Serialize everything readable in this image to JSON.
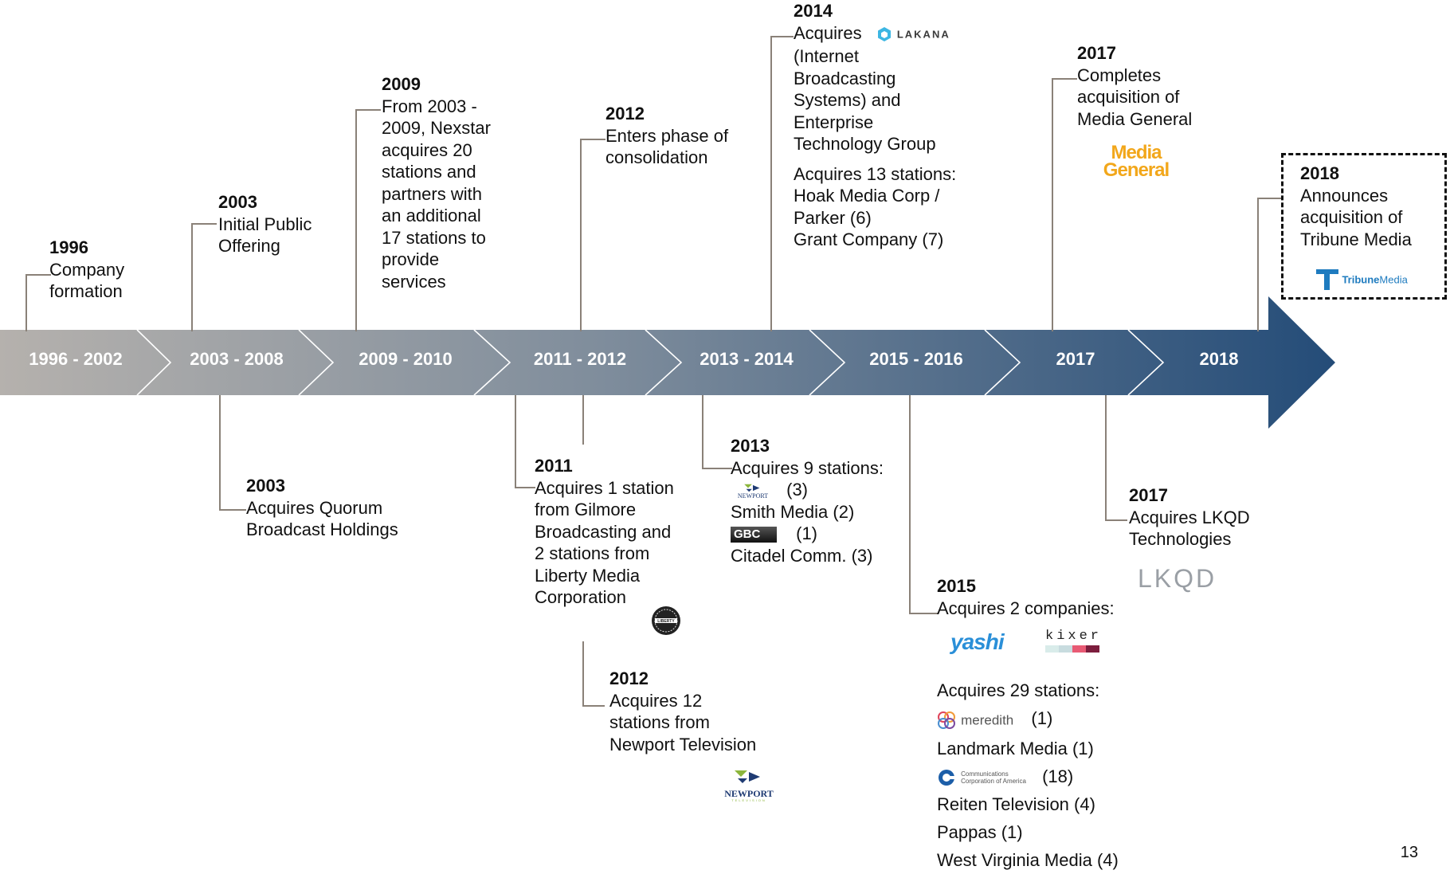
{
  "timeline": {
    "segments": [
      "1996 - 2002",
      "2003 - 2008",
      "2009 - 2010",
      "2011 - 2012",
      "2013 - 2014",
      "2015 - 2016",
      "2017",
      "2018"
    ],
    "colors": {
      "start": "#b5b1ad",
      "end": "#244c78",
      "connector": "#8a8178"
    }
  },
  "above": {
    "e1996": {
      "year": "1996",
      "lines": [
        "Company",
        "formation"
      ]
    },
    "e2003": {
      "year": "2003",
      "lines": [
        "Initial Public",
        "Offering"
      ]
    },
    "e2009": {
      "year": "2009",
      "lines": [
        "From 2003 -",
        "2009, Nexstar",
        "acquires 20",
        "stations and",
        "partners with",
        "an additional",
        "17 stations to",
        "provide",
        "services"
      ]
    },
    "e2012": {
      "year": "2012",
      "lines": [
        "Enters phase of",
        "consolidation"
      ]
    },
    "e2014": {
      "year": "2014",
      "acquires": "Acquires",
      "lines": [
        "(Internet",
        "Broadcasting",
        "Systems) and",
        "Enterprise",
        "Technology Group"
      ],
      "lines2": [
        "Acquires 13 stations:",
        "Hoak Media Corp /",
        "Parker (6)",
        "Grant Company (7)"
      ]
    },
    "e2017": {
      "year": "2017",
      "lines": [
        "Completes",
        "acquisition of",
        "Media General"
      ]
    },
    "e2018": {
      "year": "2018",
      "lines": [
        "Announces",
        "acquisition of",
        "Tribune Media"
      ]
    }
  },
  "below": {
    "e2003b": {
      "year": "2003",
      "lines": [
        "Acquires Quorum",
        "Broadcast Holdings"
      ]
    },
    "e2011": {
      "year": "2011",
      "lines": [
        "Acquires 1 station",
        "from Gilmore",
        "Broadcasting and",
        "2 stations from",
        "Liberty Media",
        "Corporation"
      ]
    },
    "e2012b": {
      "year": "2012",
      "lines": [
        "Acquires 12",
        "stations from",
        "Newport Television"
      ]
    },
    "e2013": {
      "year": "2013",
      "head": "Acquires 9 stations:",
      "newport_count": "(3)",
      "smith": "Smith Media (2)",
      "gbc_count": "(1)",
      "citadel": "Citadel Comm. (3)"
    },
    "e2015": {
      "year": "2015",
      "head": "Acquires 2 companies:",
      "head2": "Acquires 29 stations:",
      "meredith_count": "(1)",
      "landmark": "Landmark Media (1)",
      "cca_count": "(18)",
      "reiten": "Reiten Television (4)",
      "pappas": "Pappas (1)",
      "wvm": "West Virginia Media (4)"
    },
    "e2017b": {
      "year": "2017",
      "lines": [
        "Acquires LKQD",
        "Technologies"
      ]
    }
  },
  "logos": {
    "lakana": "LAKANA",
    "media_general_1": "Media",
    "media_general_2": "General",
    "tribune_1": "Tribune",
    "tribune_2": "Media",
    "lkqd": "LKQD",
    "newport": "NEWPORT",
    "newport_sub": "TELEVISION",
    "gbc": "GBC",
    "liberty": "LIBERTY",
    "yashi": "yashi",
    "kixer": "kixer",
    "meredith": "meredith",
    "cca_1": "Communications",
    "cca_2": "Corporation of America"
  },
  "page_number": "13"
}
